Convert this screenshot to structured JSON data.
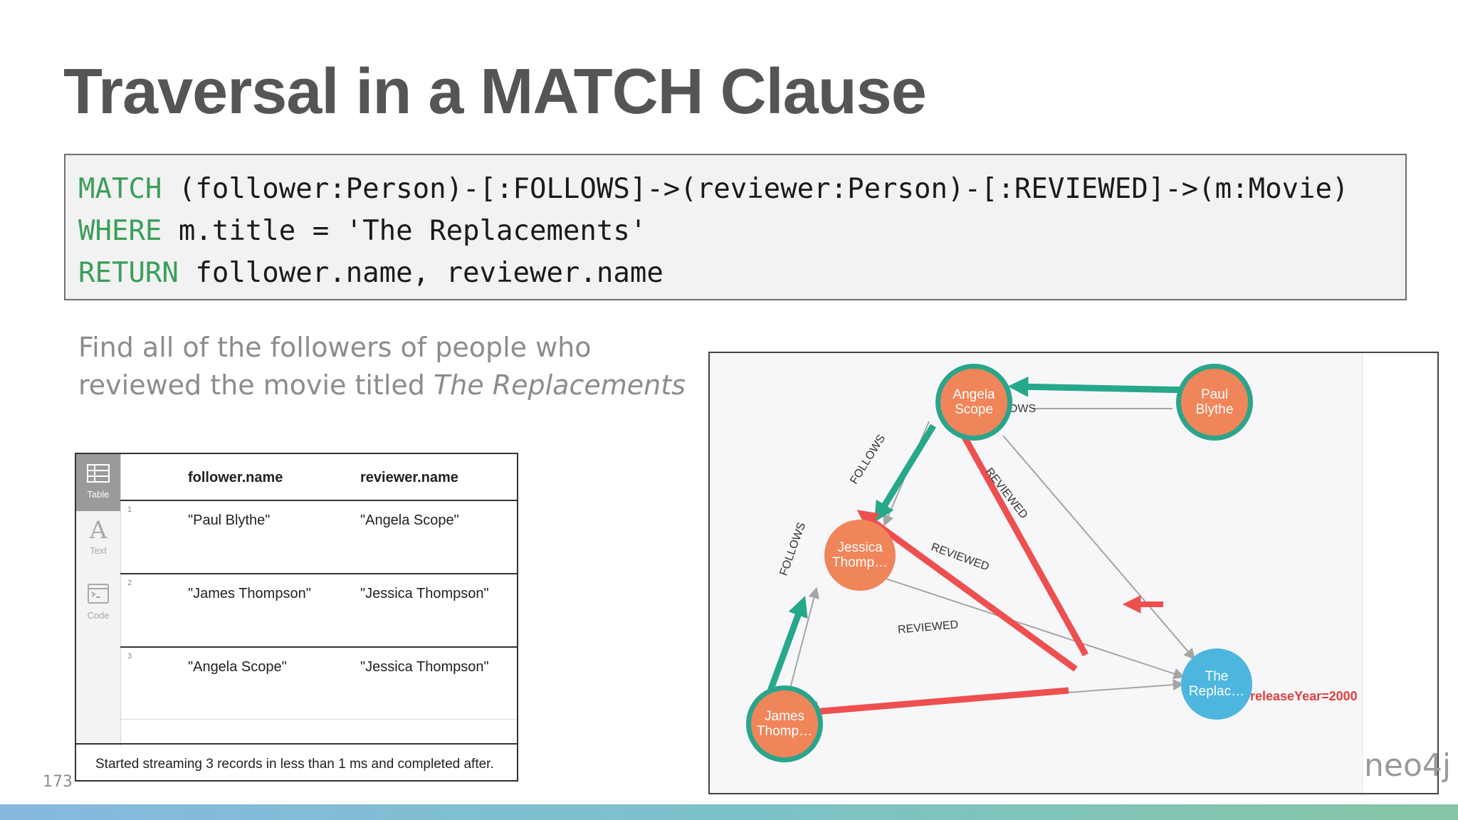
{
  "slide": {
    "title": "Traversal in a MATCH Clause",
    "number": "173",
    "description_line1": "Find all of the followers of people who",
    "description_line2_prefix": "reviewed the movie titled ",
    "description_line2_italic": "The Replacements"
  },
  "code": {
    "lines": [
      {
        "keyword": "MATCH",
        "rest": " (follower:Person)-[:FOLLOWS]->(reviewer:Person)-[:REVIEWED]->(m:Movie)"
      },
      {
        "keyword": "WHERE",
        "rest": " m.title = 'The Replacements'"
      },
      {
        "keyword": "RETURN",
        "rest": " follower.name, reviewer.name"
      }
    ],
    "keyword_color": "#3a9e5a"
  },
  "results": {
    "sidebar": [
      {
        "label": "Table",
        "icon": "table-icon",
        "active": true
      },
      {
        "label": "Text",
        "icon": "text-icon",
        "active": false
      },
      {
        "label": "Code",
        "icon": "code-icon",
        "active": false
      }
    ],
    "columns": [
      "follower.name",
      "reviewer.name"
    ],
    "rows": [
      {
        "num": "1",
        "follower": "\"Paul Blythe\"",
        "reviewer": "\"Angela Scope\""
      },
      {
        "num": "2",
        "follower": "\"James Thompson\"",
        "reviewer": "\"Jessica Thompson\""
      },
      {
        "num": "3",
        "follower": "\"Angela Scope\"",
        "reviewer": "\"Jessica Thompson\""
      }
    ],
    "status": "Started streaming 3 records in less than 1 ms and completed after."
  },
  "graph": {
    "nodes": {
      "angela": {
        "line1": "Angela",
        "line2": "Scope"
      },
      "paul": {
        "line1": "Paul",
        "line2": "Blythe"
      },
      "jessica": {
        "line1": "Jessica",
        "line2": "Thomp…"
      },
      "james": {
        "line1": "James",
        "line2": "Thomp…"
      },
      "movie": {
        "line1": "The",
        "line2": "Replac…"
      }
    },
    "relationships": {
      "follows": "FOLLOWS",
      "reviewed": "REVIEWED"
    },
    "property_label": "releaseYear=2000",
    "logo": "neo4j",
    "colors": {
      "person": "#f0855a",
      "movie": "#4db6df",
      "follow_highlight": "#26a88a",
      "review_highlight": "#ee4f4f",
      "edge_gray": "#a5a5a5"
    }
  }
}
